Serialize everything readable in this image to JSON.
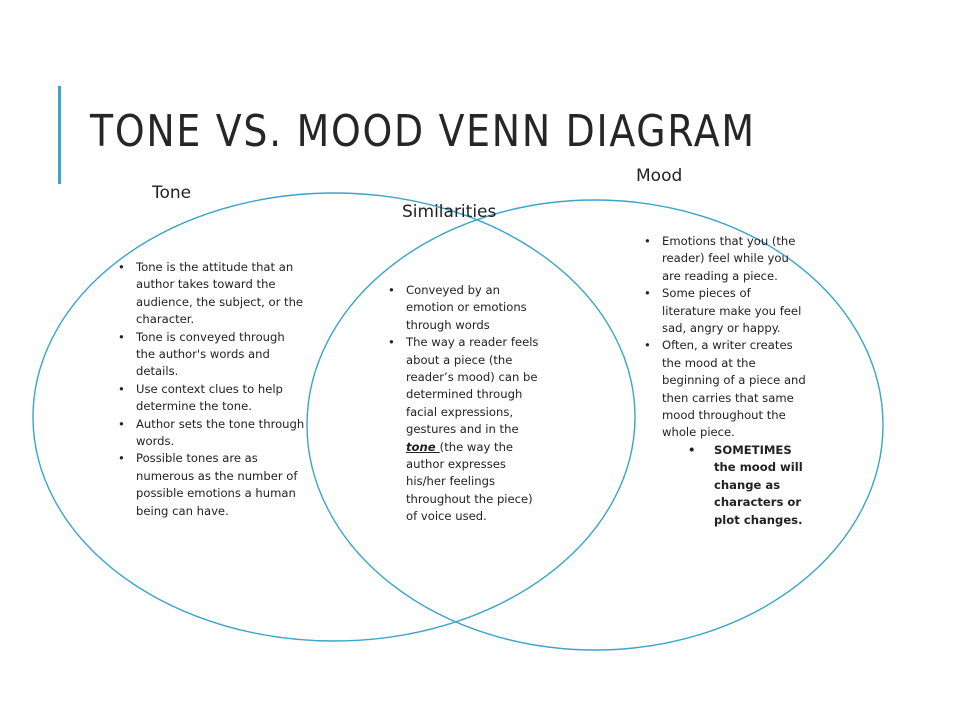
{
  "slide": {
    "title": "TONE VS. MOOD VENN DIAGRAM",
    "accent_color": "#3aa5c8",
    "circle_color": "#3aa5c8"
  },
  "labels": {
    "tone": "Tone",
    "mood": "Mood",
    "similarities": "Similarities"
  },
  "tone_items": [
    "Tone is the attitude that an author takes toward the audience, the subject, or the character.",
    " Tone is conveyed through the author's words and details.",
    "Use context clues to help determine the tone.",
    "Author sets the tone through words.",
    "Possible tones are as numerous as the number of possible emotions a human being can have."
  ],
  "similarity_items": {
    "item1": "Conveyed by an emotion or emotions through words",
    "item2_before": "The way a reader feels about a piece (the reader’s mood) can be determined through facial expressions, gestures and in the ",
    "item2_emphasis": "tone ",
    "item2_after": "(the way the author expresses his/her feelings throughout the piece) of voice used."
  },
  "mood_items": [
    "Emotions that you (the reader) feel while you are reading a piece.",
    "Some pieces of literature make you feel sad, angry or happy.",
    "Often, a writer creates the mood at the beginning of a piece and then carries that same mood throughout the whole piece."
  ],
  "mood_subitem": "SOMETIMES the mood will change as characters or plot changes."
}
